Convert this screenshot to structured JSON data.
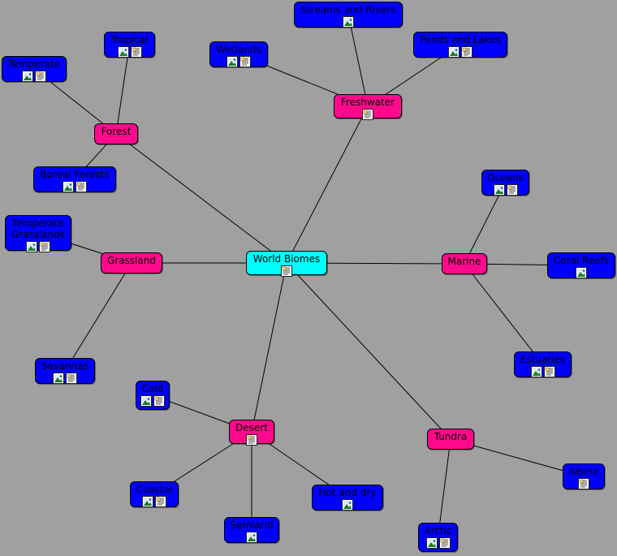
{
  "colors": {
    "background": "#a0a0a0",
    "leaf": "#0000ff",
    "category": "#ff0a8c",
    "root": "#00ffff",
    "edge": "#000000"
  },
  "nodes": [
    {
      "id": "world",
      "label": "World Biomes",
      "kind": "root",
      "icons": [
        "doc"
      ]
    },
    {
      "id": "forest",
      "label": "Forest",
      "kind": "category",
      "icons": []
    },
    {
      "id": "freshwater",
      "label": "Freshwater",
      "kind": "category",
      "icons": [
        "doc"
      ]
    },
    {
      "id": "grassland",
      "label": "Grassland",
      "kind": "category",
      "icons": []
    },
    {
      "id": "marine",
      "label": "Marine",
      "kind": "category",
      "icons": []
    },
    {
      "id": "desert",
      "label": "Desert",
      "kind": "category",
      "icons": [
        "doc"
      ]
    },
    {
      "id": "tundra",
      "label": "Tundra",
      "kind": "category",
      "icons": []
    },
    {
      "id": "tropical",
      "label": "Tropical",
      "kind": "leaf",
      "icons": [
        "img",
        "doc"
      ]
    },
    {
      "id": "temperate",
      "label": "Temperate",
      "kind": "leaf",
      "icons": [
        "img",
        "doc"
      ]
    },
    {
      "id": "boreal",
      "label": "Boreal Forests",
      "kind": "leaf",
      "icons": [
        "img",
        "doc"
      ]
    },
    {
      "id": "streams",
      "label": "Streams and Rivers",
      "kind": "leaf",
      "icons": [
        "img"
      ]
    },
    {
      "id": "wetlands",
      "label": "Wetlands",
      "kind": "leaf",
      "icons": [
        "img",
        "doc"
      ]
    },
    {
      "id": "ponds",
      "label": "Ponds and Lakes",
      "kind": "leaf",
      "icons": [
        "img",
        "doc"
      ]
    },
    {
      "id": "oceans",
      "label": "Oceans",
      "kind": "leaf",
      "icons": [
        "img",
        "doc"
      ]
    },
    {
      "id": "coral",
      "label": "Coral Reefs",
      "kind": "leaf",
      "icons": [
        "img"
      ]
    },
    {
      "id": "estuaries",
      "label": "Estuaries",
      "kind": "leaf",
      "icons": [
        "img",
        "doc"
      ]
    },
    {
      "id": "tempgrass",
      "label": "Temperate Grasslands",
      "kind": "leaf",
      "icons": [
        "img",
        "doc"
      ]
    },
    {
      "id": "savannas",
      "label": "Savannas",
      "kind": "leaf",
      "icons": [
        "img",
        "doc"
      ]
    },
    {
      "id": "cold",
      "label": "Cold",
      "kind": "leaf",
      "icons": [
        "img",
        "doc"
      ]
    },
    {
      "id": "coastal",
      "label": "Coastal",
      "kind": "leaf",
      "icons": [
        "img",
        "doc"
      ]
    },
    {
      "id": "semiarid",
      "label": "Semiarid",
      "kind": "leaf",
      "icons": [
        "img"
      ]
    },
    {
      "id": "hotdry",
      "label": "Hot and dry",
      "kind": "leaf",
      "icons": [
        "img"
      ]
    },
    {
      "id": "alpine",
      "label": "Alpine",
      "kind": "leaf",
      "icons": [
        "doc"
      ]
    },
    {
      "id": "arctic",
      "label": "Arctic",
      "kind": "leaf",
      "icons": [
        "img",
        "doc"
      ]
    }
  ],
  "edges": [
    [
      "world",
      "forest"
    ],
    [
      "world",
      "freshwater"
    ],
    [
      "world",
      "grassland"
    ],
    [
      "world",
      "marine"
    ],
    [
      "world",
      "desert"
    ],
    [
      "world",
      "tundra"
    ],
    [
      "forest",
      "tropical"
    ],
    [
      "forest",
      "temperate"
    ],
    [
      "forest",
      "boreal"
    ],
    [
      "freshwater",
      "streams"
    ],
    [
      "freshwater",
      "wetlands"
    ],
    [
      "freshwater",
      "ponds"
    ],
    [
      "marine",
      "oceans"
    ],
    [
      "marine",
      "coral"
    ],
    [
      "marine",
      "estuaries"
    ],
    [
      "grassland",
      "tempgrass"
    ],
    [
      "grassland",
      "savannas"
    ],
    [
      "desert",
      "cold"
    ],
    [
      "desert",
      "coastal"
    ],
    [
      "desert",
      "semiarid"
    ],
    [
      "desert",
      "hotdry"
    ],
    [
      "tundra",
      "alpine"
    ],
    [
      "tundra",
      "arctic"
    ]
  ]
}
